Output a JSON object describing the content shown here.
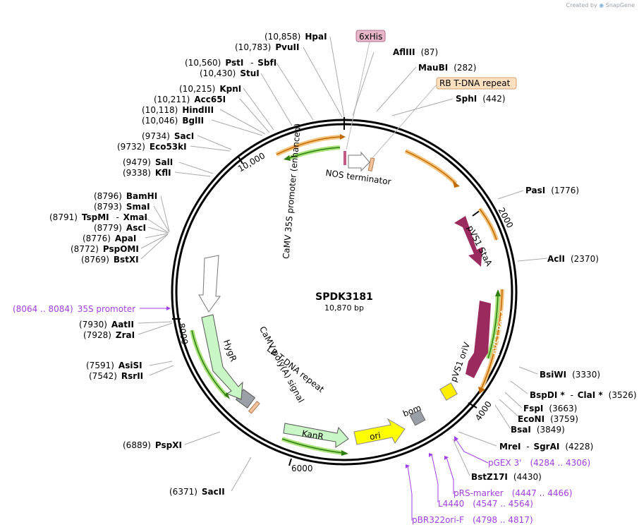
{
  "header": {
    "credit": "Created by",
    "brand": "SnapGene"
  },
  "plasmid": {
    "name": "SPDK3181",
    "length": "10,870 bp",
    "bp": 10870
  },
  "ticks": [
    {
      "label": "2000",
      "bp": 2000
    },
    {
      "label": "4000",
      "bp": 4000
    },
    {
      "label": "6000",
      "bp": 6000
    },
    {
      "label": "8000",
      "bp": 8000
    },
    {
      "label": "10,000",
      "bp": 10000
    }
  ],
  "sites": [
    {
      "name": "HpaI",
      "pos": "(10,858)"
    },
    {
      "name": "PvuII",
      "pos": "(10,783)"
    },
    {
      "name": "PstI",
      "name2": "SbfI",
      "pos": "(10,560)"
    },
    {
      "name": "StuI",
      "pos": "(10,430)"
    },
    {
      "name": "KpnI",
      "pos": "(10,215)"
    },
    {
      "name": "Acc65I",
      "pos": "(10,211)"
    },
    {
      "name": "HindIII",
      "pos": "(10,118)"
    },
    {
      "name": "BglII",
      "pos": "(10,046)"
    },
    {
      "name": "SacI",
      "pos": "(9734)"
    },
    {
      "name": "Eco53kI",
      "pos": "(9732)"
    },
    {
      "name": "SalI",
      "pos": "(9479)"
    },
    {
      "name": "KflI",
      "pos": "(9338)"
    },
    {
      "name": "BamHI",
      "pos": "(8796)"
    },
    {
      "name": "SmaI",
      "pos": "(8793)"
    },
    {
      "name": "TspMI",
      "name2": "XmaI",
      "pos": "(8791)"
    },
    {
      "name": "AscI",
      "pos": "(8779)"
    },
    {
      "name": "ApaI",
      "pos": "(8776)"
    },
    {
      "name": "PspOMI",
      "pos": "(8772)"
    },
    {
      "name": "BstXI",
      "pos": "(8769)"
    },
    {
      "name": "AatII",
      "pos": "(7930)"
    },
    {
      "name": "ZraI",
      "pos": "(7928)"
    },
    {
      "name": "AsiSI",
      "pos": "(7591)"
    },
    {
      "name": "RsrII",
      "pos": "(7542)"
    },
    {
      "name": "PspXI",
      "pos": "(6889)"
    },
    {
      "name": "SacII",
      "pos": "(6371)"
    },
    {
      "name": "AflIII",
      "pos": "(87)"
    },
    {
      "name": "MauBI",
      "pos": "(282)"
    },
    {
      "name": "SphI",
      "pos": "(442)"
    },
    {
      "name": "PasI",
      "pos": "(1776)"
    },
    {
      "name": "AclI",
      "pos": "(2370)"
    },
    {
      "name": "BsiWI",
      "pos": "(3330)"
    },
    {
      "name": "BspDI *",
      "name2": "ClaI *",
      "pos": "(3526)"
    },
    {
      "name": "FspI",
      "pos": "(3663)"
    },
    {
      "name": "EcoNI",
      "pos": "(3759)"
    },
    {
      "name": "BsaI",
      "pos": "(3849)"
    },
    {
      "name": "MreI",
      "name2": "SgrAI",
      "pos": "(4228)"
    },
    {
      "name": "BstZ17I",
      "pos": "(4430)"
    }
  ],
  "primers": [
    {
      "name": "35S promoter",
      "pos": "(8064 .. 8084)"
    },
    {
      "name": "pGEX 3'",
      "pos": "(4284 .. 4306)"
    },
    {
      "name": "pRS-marker",
      "pos": "(4447 .. 4466)"
    },
    {
      "name": "L4440",
      "pos": "(4547 .. 4564)"
    },
    {
      "name": "pBR322ori-F",
      "pos": "(4798 .. 4817)"
    }
  ],
  "boxed_features": [
    {
      "name": "6xHis",
      "color": "#e7b6c8"
    },
    {
      "name": "RB T-DNA repeat",
      "color": "#fde0c0"
    }
  ],
  "features": [
    {
      "name": "NOS terminator"
    },
    {
      "name": "pVS1 StaA",
      "color": "#9b2a5e"
    },
    {
      "name": "pVS1 RepA",
      "color": "#9b2a5e"
    },
    {
      "name": "pVS1 oriV",
      "color": "#ffee00"
    },
    {
      "name": "bom",
      "color": "#9aa0a6"
    },
    {
      "name": "ori",
      "color": "#ffff00"
    },
    {
      "name": "KanR",
      "color": "#c8f7c5"
    },
    {
      "name": "LB T-DNA repeat"
    },
    {
      "name": "CaMV poly(A) signal"
    },
    {
      "name": "HygR",
      "color": "#c8f7c5"
    },
    {
      "name": "CaMV 35S promoter (enhanced)"
    }
  ]
}
